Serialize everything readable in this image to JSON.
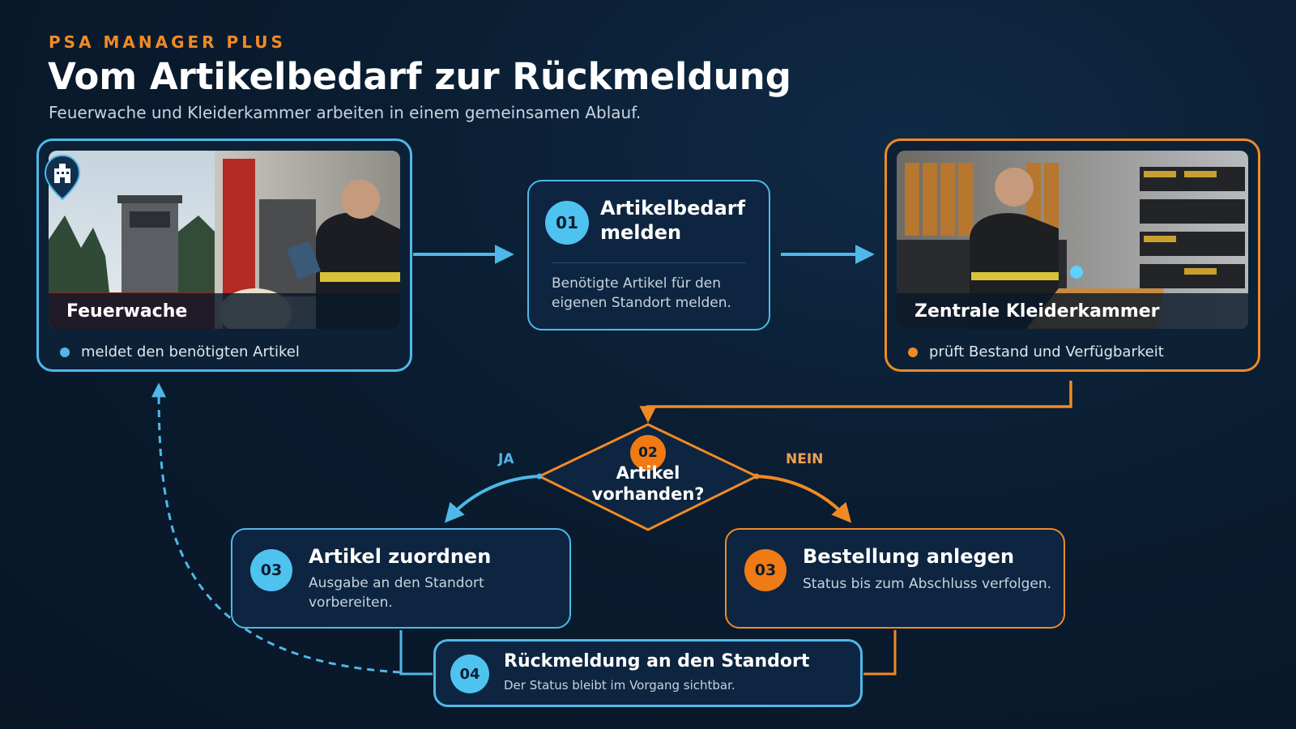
{
  "header": {
    "eyebrow": "PSA MANAGER PLUS",
    "title": "Vom Artikelbedarf zur Rückmeldung",
    "subtitle": "Feuerwache und Kleiderkammer arbeiten in einem gemeinsamen Ablauf."
  },
  "station_card": {
    "name": "Feuerwache",
    "bullet": "meldet den benötigten Artikel",
    "icon": "building-icon"
  },
  "storage_card": {
    "name": "Zentrale Kleiderkammer",
    "bullet": "prüft Bestand und Verfügbarkeit"
  },
  "step1": {
    "number": "01",
    "title": "Artikelbedarf melden",
    "title_line1": "Artikelbedarf",
    "title_line2": "melden",
    "desc_line1": "Benötigte Artikel für den",
    "desc_line2": "eigenen Standort melden."
  },
  "decision": {
    "number": "02",
    "line1": "Artikel",
    "line2": "vorhanden?",
    "yes_label": "JA",
    "no_label": "NEIN"
  },
  "step3a": {
    "number": "03",
    "title": "Artikel zuordnen",
    "desc_line1": "Ausgabe an den Standort",
    "desc_line2": "vorbereiten."
  },
  "step3b": {
    "number": "03",
    "title": "Bestellung anlegen",
    "desc": "Status bis zum Abschluss verfolgen."
  },
  "step4": {
    "number": "04",
    "title": "Rückmeldung an den Standort",
    "desc": "Der Status bleibt im Vorgang sichtbar."
  },
  "colors": {
    "blue": "#4fb8e8",
    "orange": "#f08a24",
    "background": "#0a1c30"
  }
}
